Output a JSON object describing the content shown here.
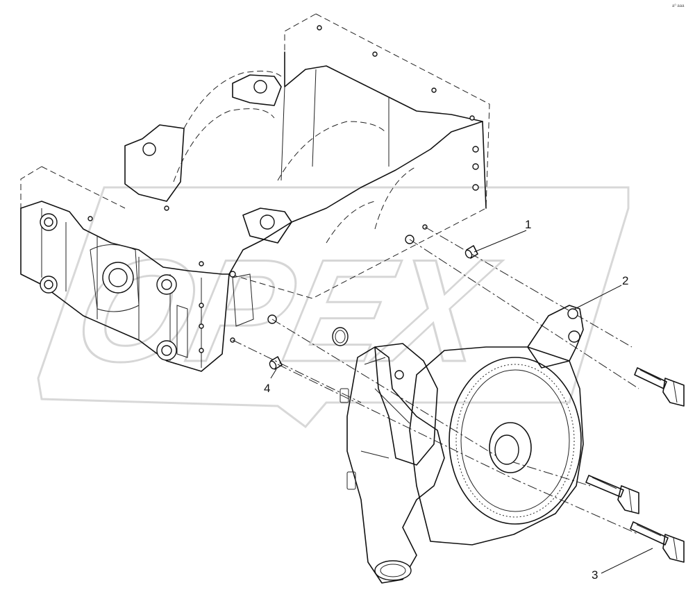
{
  "diagram": {
    "corner_mark": "a⁰ aaa",
    "watermark_text": "OPEX",
    "callouts": [
      {
        "id": "1",
        "label": "1"
      },
      {
        "id": "2",
        "label": "2"
      },
      {
        "id": "3",
        "label": "3"
      },
      {
        "id": "4",
        "label": "4"
      }
    ]
  }
}
